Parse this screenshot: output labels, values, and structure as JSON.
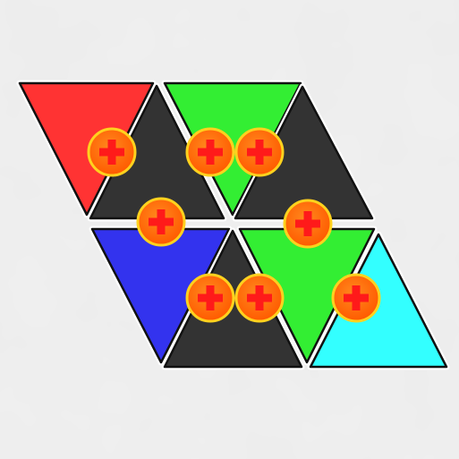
{
  "colors": {
    "background": "#ececec",
    "tile_outline": "#ffffff",
    "tile_border": "#111111",
    "button_fill": "#ff6a00",
    "button_ring": "#ffd21e",
    "plus_color": "#ff1a1a"
  },
  "tiles": [
    {
      "name": "tile-red",
      "color_name": "red",
      "fill": "#ff3333"
    },
    {
      "name": "tile-dark-top-left",
      "color_name": "dark",
      "fill": "#333333"
    },
    {
      "name": "tile-green-top",
      "color_name": "green",
      "fill": "#33ee33"
    },
    {
      "name": "tile-dark-top-right",
      "color_name": "dark",
      "fill": "#333333"
    },
    {
      "name": "tile-blue",
      "color_name": "blue",
      "fill": "#3333ee"
    },
    {
      "name": "tile-dark-bottom",
      "color_name": "dark",
      "fill": "#333333"
    },
    {
      "name": "tile-green-bottom",
      "color_name": "green",
      "fill": "#33ee33"
    },
    {
      "name": "tile-cyan",
      "color_name": "cyan",
      "fill": "#33ffff"
    }
  ],
  "buttons": [
    {
      "name": "plus-button-1",
      "icon": "plus-icon"
    },
    {
      "name": "plus-button-2",
      "icon": "plus-icon"
    },
    {
      "name": "plus-button-3",
      "icon": "plus-icon"
    },
    {
      "name": "plus-button-4",
      "icon": "plus-icon"
    },
    {
      "name": "plus-button-5",
      "icon": "plus-icon"
    },
    {
      "name": "plus-button-6",
      "icon": "plus-icon"
    },
    {
      "name": "plus-button-7",
      "icon": "plus-icon"
    },
    {
      "name": "plus-button-8",
      "icon": "plus-icon"
    }
  ]
}
